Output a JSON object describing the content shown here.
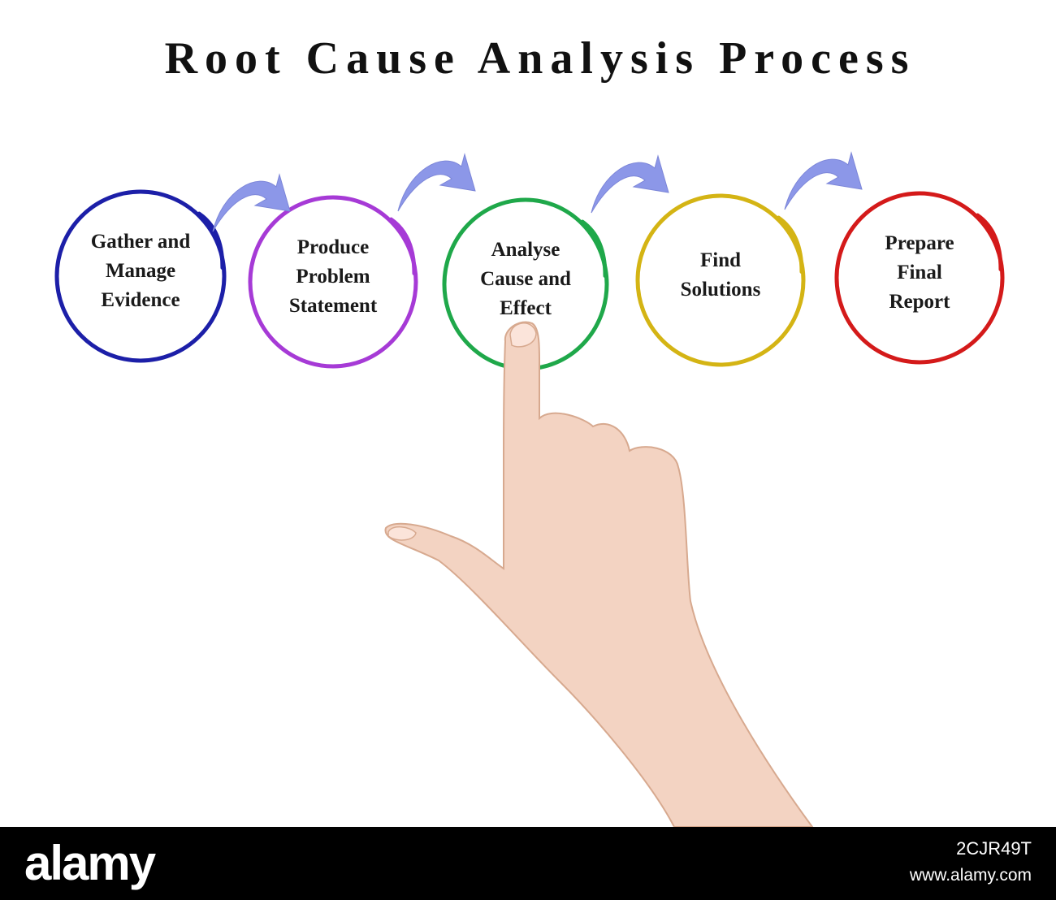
{
  "title": "Root Cause Analysis Process",
  "steps": [
    {
      "lines": [
        "Gather and",
        "Manage",
        "Evidence"
      ],
      "color": "#1c1fa8"
    },
    {
      "lines": [
        "Produce",
        "Problem",
        "Statement"
      ],
      "color": "#a63ad6"
    },
    {
      "lines": [
        "Analyse",
        "Cause and",
        "Effect"
      ],
      "color": "#1fa84a"
    },
    {
      "lines": [
        "Find",
        "Solutions"
      ],
      "color": "#d4b414"
    },
    {
      "lines": [
        "Prepare",
        "Final",
        "Report"
      ],
      "color": "#d41a1a"
    }
  ],
  "arrow_color": "#8c97e8",
  "watermark": {
    "brand": "alamy",
    "image_id": "2CJR49T",
    "site": "www.alamy.com"
  }
}
